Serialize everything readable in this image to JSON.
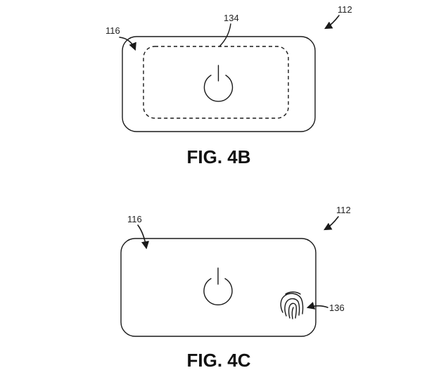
{
  "figures": [
    {
      "caption": "FIG. 4B",
      "labels": {
        "device": "112",
        "surface": "116",
        "region": "134"
      }
    },
    {
      "caption": "FIG. 4C",
      "labels": {
        "device": "112",
        "surface": "116",
        "sensor": "136"
      }
    }
  ],
  "icons": {
    "power": "power-icon",
    "fingerprint": "fingerprint-icon"
  }
}
